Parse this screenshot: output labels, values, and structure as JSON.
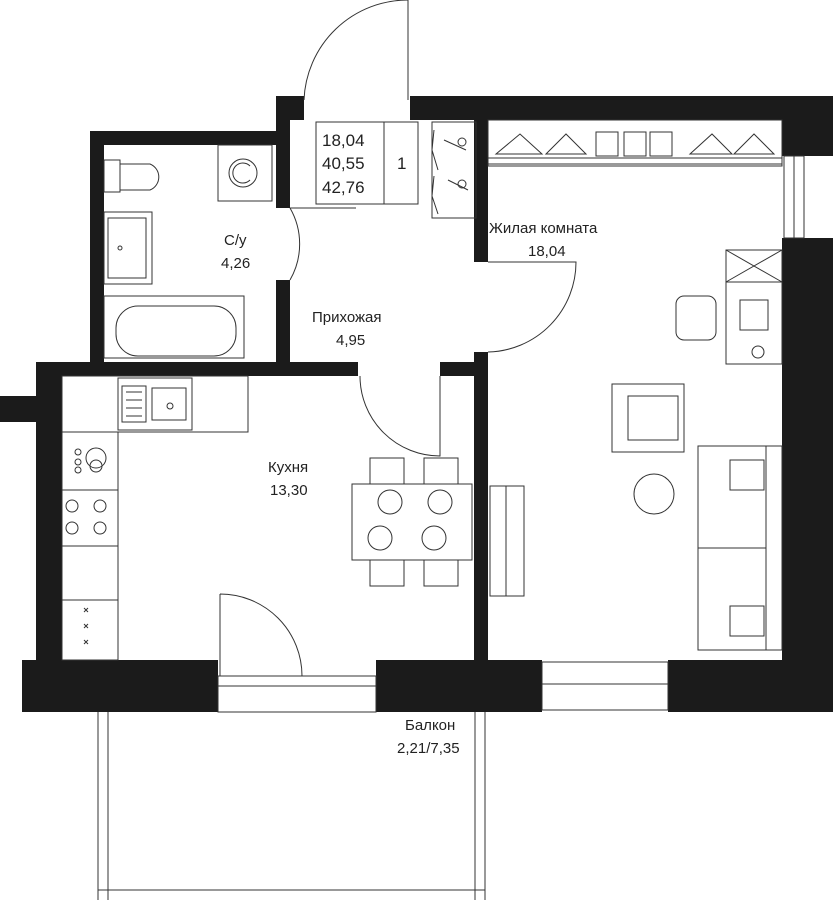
{
  "summary": {
    "living_area": "18,04",
    "total_area": "40,55",
    "total_area_with_balcony": "42,76",
    "rooms": "1"
  },
  "rooms": {
    "living": {
      "name": "Жилая комната",
      "area": "18,04"
    },
    "bathroom": {
      "name": "С/у",
      "area": "4,26"
    },
    "hallway": {
      "name": "Прихожая",
      "area": "4,95"
    },
    "kitchen": {
      "name": "Кухня",
      "area": "13,30"
    },
    "balcony": {
      "name": "Балкон",
      "area": "2,21/7,35"
    }
  },
  "colors": {
    "wall": "#1b1b1b",
    "line": "#333333",
    "fill": "#ffffff"
  }
}
